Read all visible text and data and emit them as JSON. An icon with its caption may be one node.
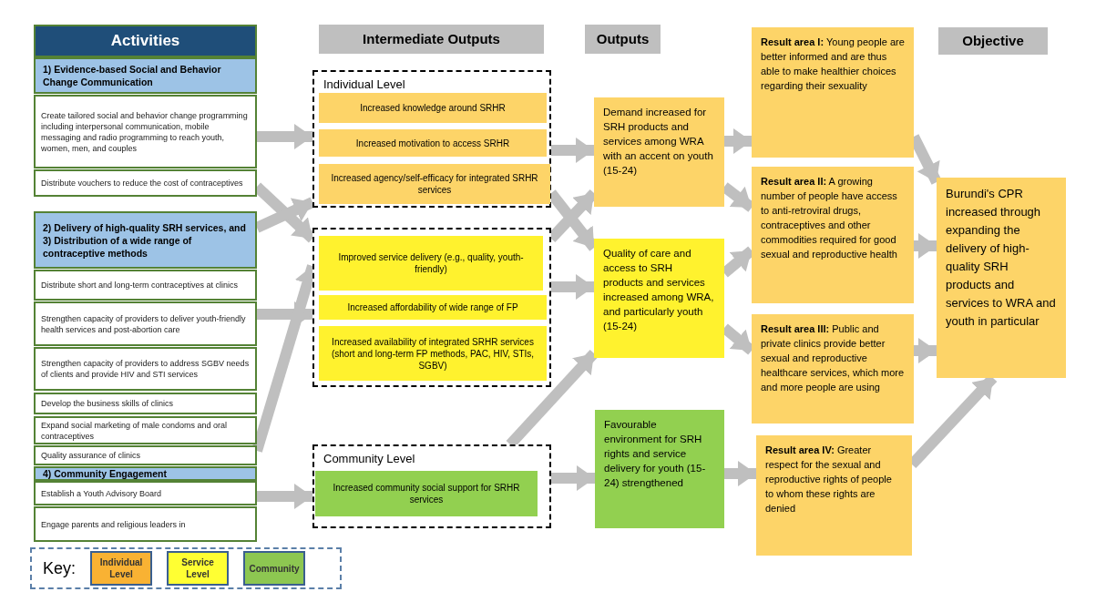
{
  "diagram": {
    "nodes": [
      {
        "text": [
          "Activities"
        ]
      },
      {
        "text": [
          "1) Evidence-based Social and Behavior Change Communication"
        ]
      },
      {
        "text": [
          "Create tailored social and behavior change programming including interpersonal communication, mobile messaging and radio programming to reach youth, women, men, and couples"
        ]
      },
      {
        "text": [
          "Distribute vouchers to reduce the cost of contraceptives"
        ]
      },
      {
        "text": [
          "2) Delivery of high-quality SRH services, and",
          "3) Distribution of a wide range of contraceptive methods"
        ]
      },
      {
        "text": [
          "Distribute short and long-term contraceptives at clinics"
        ]
      },
      {
        "text": [
          "Strengthen capacity of providers to deliver youth-friendly health services and post-abortion care"
        ]
      },
      {
        "text": [
          "Strengthen capacity of providers to address SGBV needs of clients and provide HIV and STI services"
        ]
      },
      {
        "text": [
          "Develop the business skills of clinics"
        ]
      },
      {
        "text": [
          "Expand social marketing of male condoms and oral contraceptives"
        ]
      },
      {
        "text": [
          "Quality assurance of clinics"
        ]
      },
      {
        "text": [
          "4) Community Engagement"
        ]
      },
      {
        "text": [
          "Establish a Youth Advisory Board"
        ]
      },
      {
        "text": [
          "Engage parents and religious leaders in"
        ]
      },
      {
        "text": [
          "Intermediate Outputs"
        ]
      },
      {
        "text": [
          "Individual Level"
        ]
      },
      {
        "text": [
          "Increased knowledge around SRHR"
        ],
        "in": 15
      },
      {
        "text": [
          "Increased motivation to access SRHR"
        ],
        "in": 15
      },
      {
        "text": [
          "Increased agency/self-efficacy for integrated SRHR services"
        ],
        "in": 15
      },
      {
        "text": [],
        "shape": "box"
      },
      {
        "text": [
          "Improved service delivery (e.g., quality, youth-friendly)"
        ],
        "in": 19
      },
      {
        "text": [
          "Increased affordability of wide range of FP"
        ],
        "in": 19
      },
      {
        "text": [
          "Increased availability of integrated SRHR services (short and long-term FP methods, PAC, HIV, STIs, SGBV)"
        ],
        "in": 19
      },
      {
        "text": [
          "Community Level"
        ]
      },
      {
        "text": [
          "Increased community social support for SRHR services"
        ],
        "in": 23
      },
      {
        "text": [
          "Outputs"
        ]
      },
      {
        "text": [
          "Demand increased for SRH products and services among WRA with an accent on youth (15-24)"
        ]
      },
      {
        "text": [
          "Quality of care and access to SRH products and services increased among WRA, and particularly youth (15-24)"
        ]
      },
      {
        "text": [
          "Favourable environment for SRH rights and service delivery for youth (15-24) strengthened"
        ]
      },
      {
        "text": [
          "**Result area I:** Young people are better informed and are thus able to make healthier choices regarding their sexuality"
        ]
      },
      {
        "text": [
          "**Result area II:** A growing number of people have access to anti-retroviral drugs, contraceptives and other commodities required for good sexual and reproductive health"
        ]
      },
      {
        "text": [
          "**Result area III:** Public and private clinics provide better sexual and reproductive healthcare services, which more and more people are using"
        ]
      },
      {
        "text": [
          "**Result area IV:** Greater respect for the sexual and reproductive rights of people to whom these rights are denied"
        ]
      },
      {
        "text": [
          "Objective"
        ]
      },
      {
        "text": [
          "Burundi's CPR increased through expanding the delivery of high-quality SRH products and services to WRA and youth in particular"
        ]
      }
    ],
    "edges": [
      {
        "from": 2,
        "to": 15,
        "arrow": "to"
      },
      {
        "from": 3,
        "to": 19,
        "arrow": "to"
      },
      {
        "from": 4,
        "to": 15,
        "arrow": "to"
      },
      {
        "from": 6,
        "to": 19,
        "arrow": "to"
      },
      {
        "from": 10,
        "to": 19,
        "arrow": "to"
      },
      {
        "from": 12,
        "to": 23,
        "arrow": "to"
      },
      {
        "from": 15,
        "to": 26,
        "arrow": "to"
      },
      {
        "from": 15,
        "to": 27,
        "arrow": "to"
      },
      {
        "from": 19,
        "to": 26,
        "arrow": "to"
      },
      {
        "from": 19,
        "to": 27,
        "arrow": "to"
      },
      {
        "from": 23,
        "to": 28,
        "arrow": "to"
      },
      {
        "from": 23,
        "to": 27,
        "arrow": "to"
      },
      {
        "from": 26,
        "to": 29,
        "arrow": "to"
      },
      {
        "from": 26,
        "to": 30,
        "arrow": "to"
      },
      {
        "from": 27,
        "to": 30,
        "arrow": "to"
      },
      {
        "from": 27,
        "to": 31,
        "arrow": "to"
      },
      {
        "from": 28,
        "to": 32,
        "arrow": "to"
      },
      {
        "from": 29,
        "to": 34,
        "arrow": "to"
      },
      {
        "from": 30,
        "to": 34,
        "arrow": "to"
      },
      {
        "from": 31,
        "to": 34,
        "arrow": "to"
      },
      {
        "from": 32,
        "to": 34,
        "arrow": "to"
      }
    ],
    "labels": [
      "Key:"
    ],
    "legend": [
      {
        "text": "Individual Level",
        "color": "#f9b233"
      },
      {
        "text": "Service Level",
        "color": "#ffff33"
      },
      {
        "text": "Community",
        "color": "#8dc751"
      }
    ]
  }
}
